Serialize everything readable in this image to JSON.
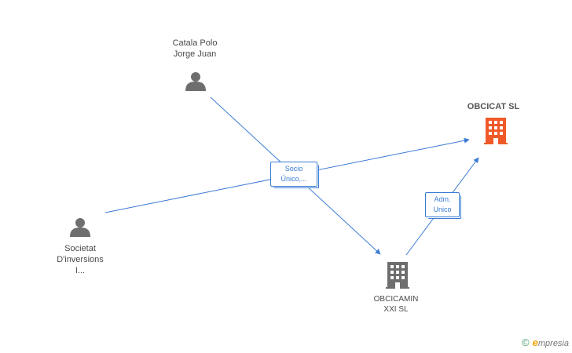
{
  "nodes": {
    "catala": {
      "label": "Catala Polo\nJorge Juan",
      "type": "person"
    },
    "societat": {
      "label": "Societat\nD'inversions\nI...",
      "type": "person"
    },
    "obcicat": {
      "label": "OBCICAT SL",
      "type": "company-main"
    },
    "obcicamin": {
      "label": "OBCICAMIN\nXXI SL",
      "type": "company"
    }
  },
  "edges": {
    "socio": {
      "label": "Socio\nÚnico,..."
    },
    "adm": {
      "label": "Adm.\nUnico"
    }
  },
  "brand": {
    "copyright": "©",
    "initial": "e",
    "name": "mpresia"
  },
  "colors": {
    "edge": "#3a7bd5",
    "person": "#6e6e6e",
    "company": "#6e6e6e",
    "main_company": "#f05a28"
  }
}
